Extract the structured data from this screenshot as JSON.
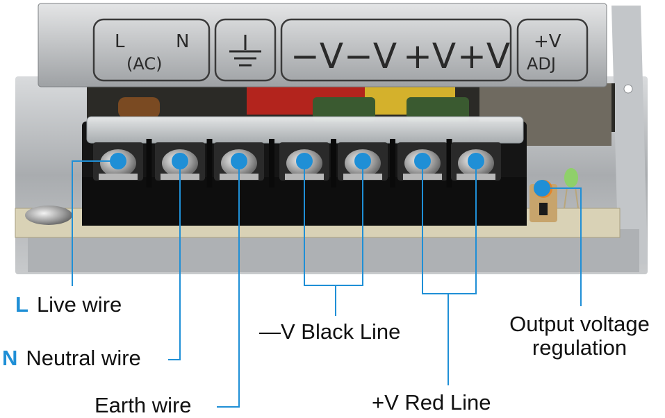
{
  "header_plate": {
    "ac_l": "L",
    "ac_n": "N",
    "ac_sub": "(AC)",
    "neg_v1": "−V",
    "neg_v2": "−V",
    "pos_v1": "+V",
    "pos_v2": "+V",
    "adj_top": "+V",
    "adj_bottom": "ADJ"
  },
  "labels": {
    "live": {
      "letter": "L",
      "text": "Live wire"
    },
    "neutral": {
      "letter": "N",
      "text": "Neutral wire"
    },
    "earth": {
      "text": "Earth wire"
    },
    "neg_v": {
      "text": "—V Black Line"
    },
    "pos_v": {
      "text": "+V Red Line"
    },
    "output_line1": "Output voltage",
    "output_line2": "regulation"
  },
  "colors": {
    "accent": "#1f8fd6",
    "leader": "#1f8fd6",
    "terminal_block": "#151515",
    "metal": "#b9bcbf"
  },
  "icons": {
    "ground": "ground-symbol-icon"
  }
}
